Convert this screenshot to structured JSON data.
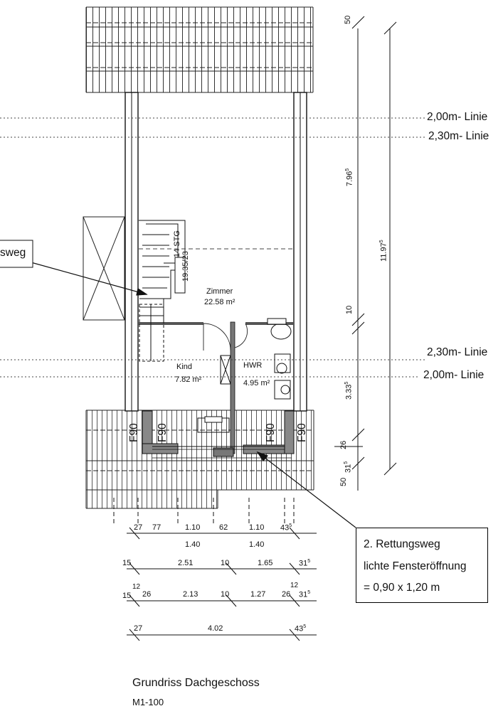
{
  "plan_title": "Grundriss Dachgeschoss",
  "scale": "M1-100",
  "lines": {
    "l200_top": "2,00m- Linie",
    "l230_top": "2,30m- Linie",
    "l230_bot": "2,30m- Linie",
    "l200_bot": "2,00m- Linie"
  },
  "rooms": {
    "zimmer_name": "Zimmer",
    "zimmer_area": "22.58 m²",
    "kind_name": "Kind",
    "kind_area": "7.82 m²",
    "hwr_name": "HWR",
    "hwr_area": "4.95 m²"
  },
  "stairs": {
    "steps": "14 STG",
    "ratio": "19.35/23"
  },
  "fire_labels": [
    "F90",
    "F90",
    "F90",
    "F90"
  ],
  "callout_left": "sweg",
  "callout_right": {
    "line1": "2. Rettungsweg",
    "line2": "lichte Fensteröffnung",
    "line3": "= 0,90 x 1,20 m"
  },
  "dims_right": {
    "d50_top": "50",
    "d796": "7.96",
    "d796_sup": "5",
    "d1197": "11.97",
    "d1197_sup": "5",
    "d10": "10",
    "d333": "3.33",
    "d333_sup": "5",
    "d26": "26",
    "d31": "31",
    "d31_sup": "5",
    "d50_bot": "50"
  },
  "dims_bottom": {
    "row1": [
      "27",
      "77",
      "1.10",
      "62",
      "1.10",
      "43"
    ],
    "row1_sup": "5",
    "row1b": [
      "1.40",
      "1.40"
    ],
    "row2": [
      "15",
      "2.51",
      "10",
      "1.65",
      "31"
    ],
    "row2_sup": "5",
    "row3": [
      "15",
      "12",
      "26",
      "2.13",
      "10",
      "1.27",
      "26",
      "12",
      "31"
    ],
    "row3_sup": "5",
    "row4": [
      "27",
      "4.02",
      "43"
    ],
    "row4_sup": "5"
  }
}
